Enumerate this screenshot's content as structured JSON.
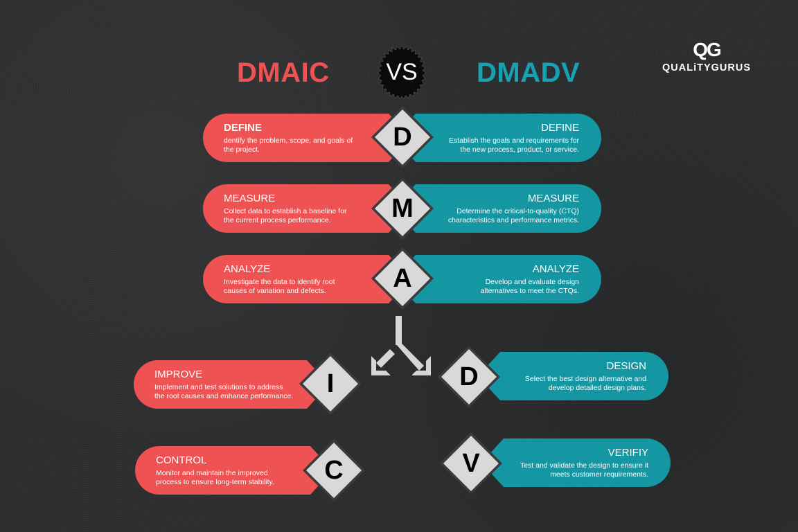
{
  "header": {
    "left_title": "DMAIC",
    "vs_label": "VS",
    "right_title": "DMADV",
    "colors": {
      "dmaic": "#ee5253",
      "dmadv": "#18a1b2",
      "diamond": "#d9d9d9"
    }
  },
  "logo": {
    "mark": "QG",
    "name": "QUALiTYGURUS"
  },
  "shared_phases": [
    {
      "letter": "D",
      "dmaic": {
        "title": "DEFINE",
        "desc_line1": "dentify the problem, scope, and goals of",
        "desc_line2": " the project."
      },
      "dmadv": {
        "title": "DEFINE",
        "desc_line1": "Establish the goals and requirements for",
        "desc_line2": "the new process, product, or service."
      }
    },
    {
      "letter": "M",
      "dmaic": {
        "title": "MEASURE",
        "desc_line1": "Collect data to establish a baseline for",
        "desc_line2": "the current process performance."
      },
      "dmadv": {
        "title": "MEASURE",
        "desc_line1": "Determine the critical-to-quality (CTQ)",
        "desc_line2": "characteristics and performance metrics."
      }
    },
    {
      "letter": "A",
      "dmaic": {
        "title": "ANALYZE",
        "desc_line1": "Investigate the data to identify root",
        "desc_line2": "causes of variation and defects."
      },
      "dmadv": {
        "title": "ANALYZE",
        "desc_line1": "Develop and evaluate design",
        "desc_line2": "alternatives to meet the CTQs."
      }
    }
  ],
  "dmaic_only": [
    {
      "letter": "I",
      "title": "IMPROVE",
      "desc_line1": "Implement and test solutions to address",
      "desc_line2": "the root causes and enhance performance."
    },
    {
      "letter": "C",
      "title": "CONTROL",
      "desc_line1": "Monitor and maintain the improved",
      "desc_line2": "process to ensure long-term stability."
    }
  ],
  "dmadv_only": [
    {
      "letter": "D",
      "title": "DESIGN",
      "desc_line1": "Select the best design alternative and",
      "desc_line2": "develop detailed design plans."
    },
    {
      "letter": "V",
      "title": "VERIFIY",
      "desc_line1": "Test and validate the design to ensure it",
      "desc_line2": "meets customer requirements."
    }
  ]
}
